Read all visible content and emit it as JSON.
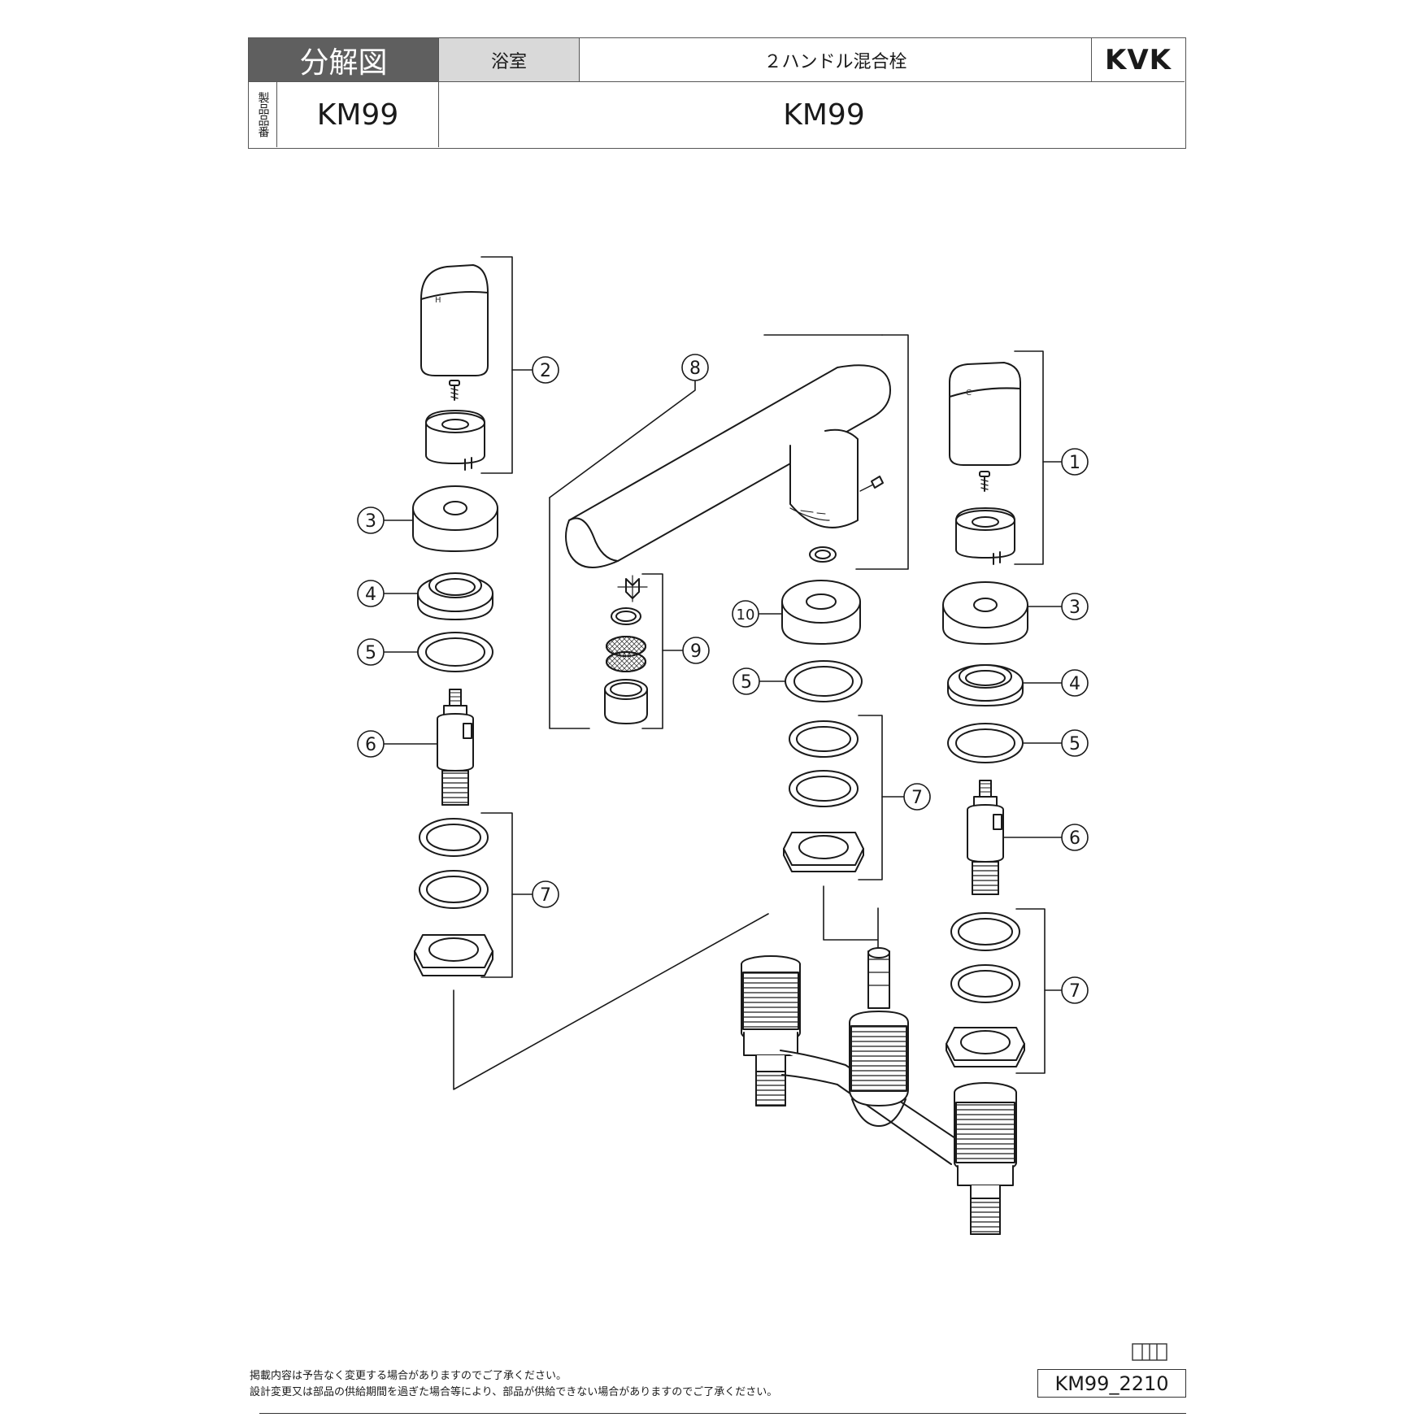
{
  "header": {
    "title": "分解図",
    "category": "浴室",
    "product_name": "２ハンドル混合栓",
    "brand": "KVK",
    "product_number_label": "製品品番",
    "model_primary": "KM99",
    "model_secondary": "KM99"
  },
  "diagram": {
    "callouts": [
      "1",
      "2",
      "3",
      "4",
      "5",
      "6",
      "7",
      "8",
      "9",
      "10"
    ],
    "handle_marks": [
      "H",
      "C"
    ],
    "left_parts_labels": [
      "2",
      "3",
      "4",
      "5",
      "6",
      "7"
    ],
    "center_parts_labels": [
      "8",
      "9",
      "10",
      "5",
      "7"
    ],
    "right_parts_labels": [
      "1",
      "3",
      "4",
      "5",
      "6",
      "7"
    ]
  },
  "footer": {
    "note_line1": "掲載内容は予告なく変更する場合がありますのでご了承ください。",
    "note_line2": "設計変更又は部品の供給期間を過ぎた場合等により、部品が供給できない場合がありますのでご了承ください。",
    "document_code": "KM99_2210"
  }
}
